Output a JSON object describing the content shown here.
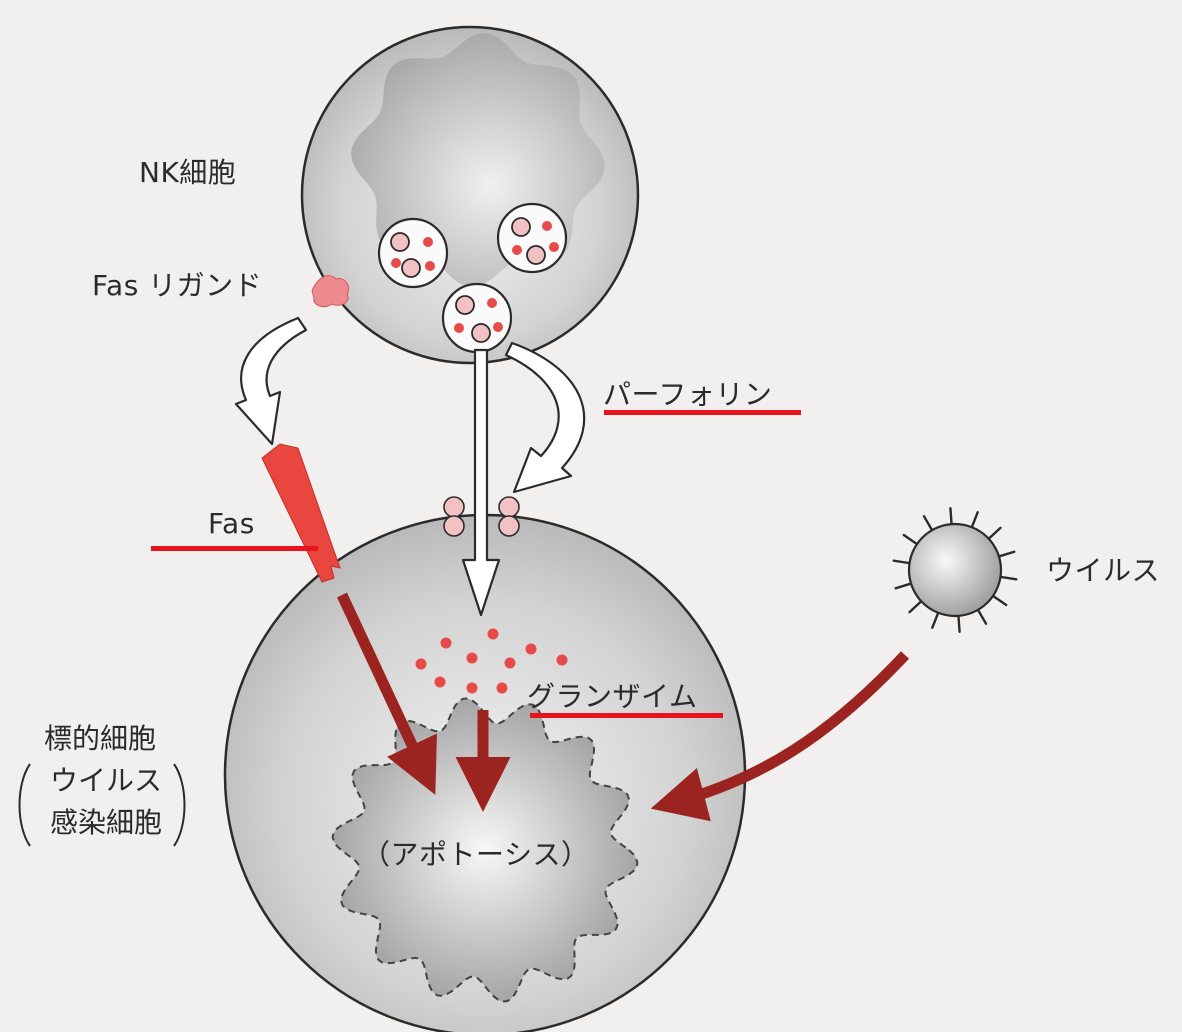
{
  "labels": {
    "nk_cell": "NK細胞",
    "fas_ligand": "Fas リガンド",
    "perforin": "パーフォリン",
    "fas": "Fas",
    "virus": "ウイルス",
    "granzyme": "グランザイム",
    "target_cell_line1": "標的細胞",
    "target_cell_line2": "ウイルス",
    "target_cell_line3": "感染細胞",
    "apoptosis": "（アポトーシス）"
  },
  "colors": {
    "background": "#f1f0ee",
    "cell_fill": "#d4d4d4",
    "red_accent": "#e8141c",
    "fas_red": "#e8463f",
    "arrow_darkred": "#9b2420",
    "granule_red": "#e84a4a",
    "pore_pink": "#f2c1c4"
  }
}
